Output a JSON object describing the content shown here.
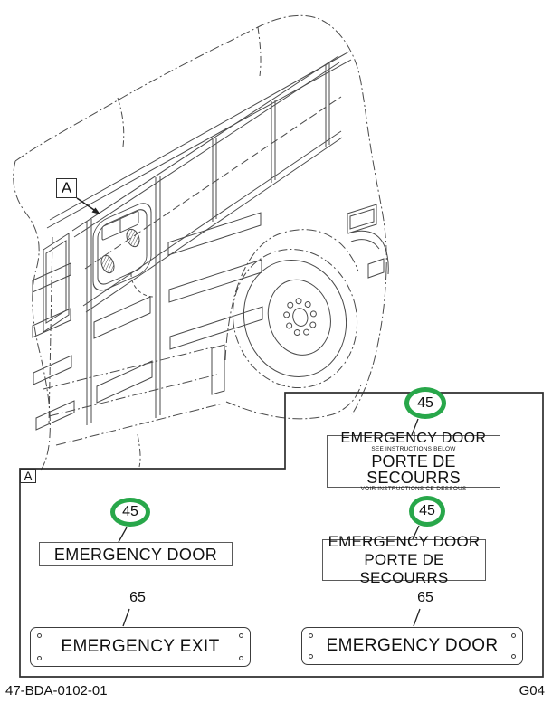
{
  "colors": {
    "highlight_green": "#28a74a",
    "line_art": "#4a4a4a"
  },
  "overview": {
    "callout_label": "A"
  },
  "detail_panel": {
    "tag_label": "A"
  },
  "callouts": {
    "decal_top": "45",
    "decal_right": "45",
    "decal_left": "45",
    "plate_left": "65",
    "plate_right": "65"
  },
  "decals": {
    "bilingual_instruction": {
      "en_title": "EMERGENCY DOOR",
      "en_subtitle": "SEE INSTRUCTIONS BELOW",
      "fr_title": "PORTE DE SECOURRS",
      "fr_subtitle": "VOIR INSTRUCTIONS CE-DESSOUS"
    },
    "english": {
      "title": "EMERGENCY DOOR"
    },
    "bilingual": {
      "en_title": "EMERGENCY DOOR",
      "fr_title": "PORTE DE SECOURRS"
    },
    "exit_plate": {
      "title": "EMERGENCY EXIT"
    },
    "door_plate": {
      "title": "EMERGENCY DOOR"
    }
  },
  "footer": {
    "document_number": "47-BDA-0102-01",
    "page_code": "G04"
  }
}
